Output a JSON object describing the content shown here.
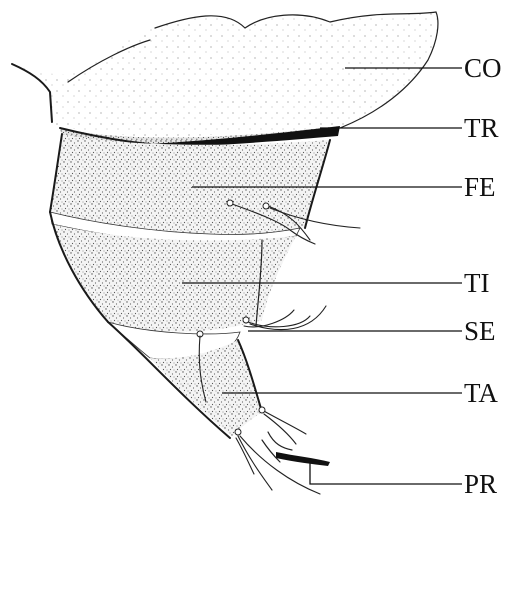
{
  "labels": {
    "coxa": "CO",
    "trochanter": "TR",
    "femur": "FE",
    "tibia": "TI",
    "seta": "SE",
    "tarsus": "TA",
    "pretarsus": "PR"
  },
  "colors": {
    "ink": "#111111",
    "background": "#ffffff",
    "stipple": "#d9d9d9"
  }
}
